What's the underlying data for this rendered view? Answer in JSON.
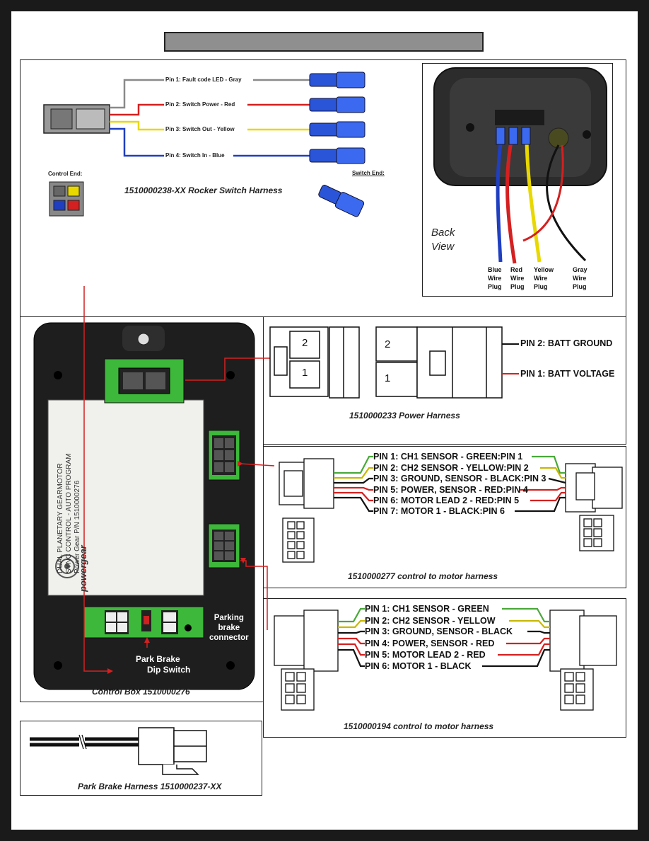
{
  "rocker": {
    "pins": [
      "Pin 1: Fault code LED - Gray",
      "Pin 2: Switch Power - Red",
      "Pin 3: Switch Out - Yellow",
      "Pin 4: Switch In - Blue"
    ],
    "control_end": "Control End:",
    "switch_end": "Switch End:",
    "caption": "1510000238-XX Rocker Switch Harness"
  },
  "backview": {
    "title_line1": "Back",
    "title_line2": "View",
    "plugs": [
      {
        "l1": "Blue",
        "l2": "Wire",
        "l3": "Plug"
      },
      {
        "l1": "Red",
        "l2": "Wire",
        "l3": "Plug"
      },
      {
        "l1": "Yellow",
        "l2": "Wire",
        "l3": "Plug"
      },
      {
        "l1": "Gray",
        "l2": "Wire",
        "l3": "Plug"
      }
    ]
  },
  "power": {
    "pin2": "PIN 2: BATT GROUND",
    "pin1": "PIN 1: BATT VOLTAGE",
    "num2": "2",
    "num1": "1",
    "caption": "1510000233 Power Harness"
  },
  "h277": {
    "pins": [
      "PIN 1: CH1 SENSOR - GREEN:PIN 1",
      "PIN 2: CH2 SENSOR - YELLOW:PIN 2",
      "PIN 3: GROUND, SENSOR - BLACK:PIN 3",
      "PIN 5: POWER, SENSOR - RED:PIN 4",
      "PIN 6: MOTOR LEAD 2 - RED:PIN 5",
      "PIN 7: MOTOR 1 - BLACK:PIN 6"
    ],
    "caption": "1510000277 control to motor harness"
  },
  "h194": {
    "pins": [
      "PIN 1: CH1 SENSOR - GREEN",
      "PIN 2: CH2 SENSOR - YELLOW",
      "PIN 3: GROUND, SENSOR - BLACK",
      "PIN 4: POWER, SENSOR - RED",
      "PIN 5: MOTOR LEAD 2 - RED",
      "PIN 6: MOTOR 1 - BLACK"
    ],
    "caption": "1510000194 control to motor harness"
  },
  "controlbox": {
    "label_lines": [
      "DUAL PLANETARY GEARMOTOR",
      "SYNC CONTROL - AUTO PROGRAM",
      "Power Gear P/N 1510000276"
    ],
    "logo": "powergear",
    "parking_l1": "Parking",
    "parking_l2": "brake",
    "parking_l3": "connector",
    "dip_l1": "Park Brake",
    "dip_l2": "Dip Switch",
    "caption": "Control Box 1510000276"
  },
  "parkbrake": {
    "caption": "Park Brake Harness  1510000237-XX"
  },
  "colors": {
    "red": "#d42020",
    "blue": "#1f3fc0",
    "yellow": "#e8d800",
    "green": "#4aa83a",
    "gray": "#8a8a8a",
    "board_green": "#3db83a"
  }
}
